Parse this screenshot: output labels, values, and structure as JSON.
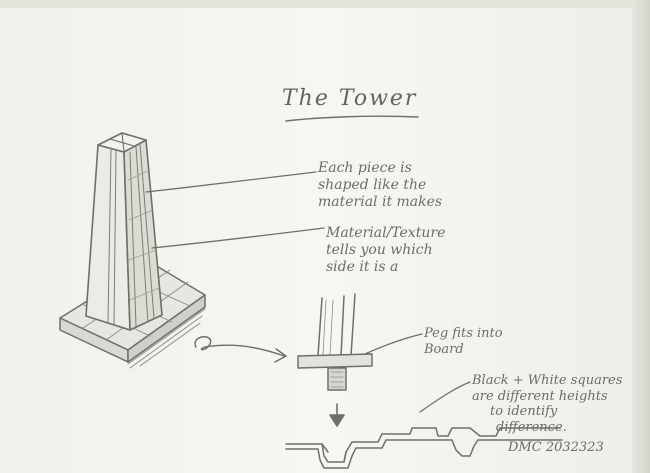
{
  "title": "The Tower",
  "notes": [
    {
      "lines": [
        "Each piece is",
        "shaped like the",
        "material it makes"
      ]
    },
    {
      "lines": [
        "Material/Texture",
        "tells you which",
        "side it is a"
      ]
    },
    {
      "lines": [
        "Peg fits into",
        "Board"
      ]
    },
    {
      "lines": [
        "Black + White squares",
        "are different heights",
        "to identify",
        "difference."
      ]
    }
  ],
  "signature": "DMC 2032323"
}
